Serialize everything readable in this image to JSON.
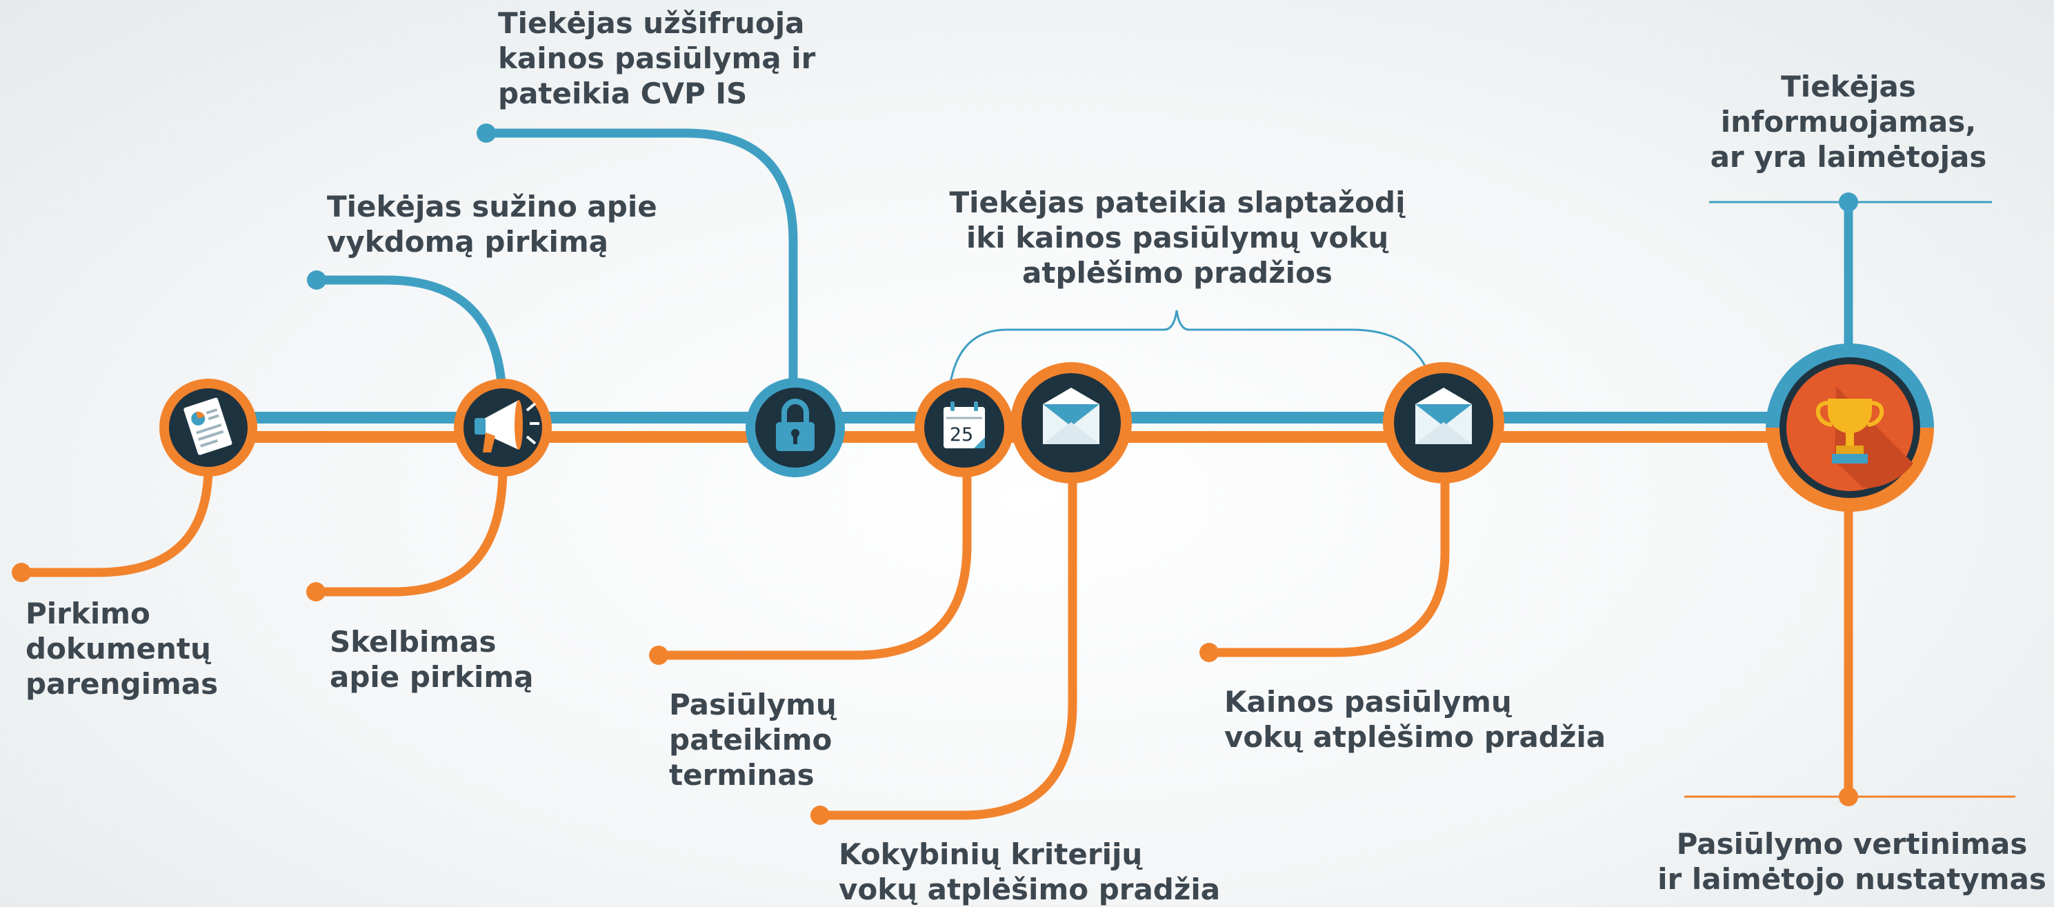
{
  "colors": {
    "blue": "#3f9fc3",
    "orange": "#f2832d",
    "dark": "#1e3340",
    "text": "#3d4750",
    "trophy_bg": "#e35a2b"
  },
  "icons": {
    "doc": "document-chart-icon",
    "announce": "megaphone-icon",
    "lock": "padlock-icon",
    "calendar": "calendar-icon",
    "envelope1": "envelope-icon",
    "envelope2": "envelope-icon",
    "trophy": "trophy-icon"
  },
  "calendar_day": "25",
  "labels": {
    "pirkimo_dokumentu": [
      "Pirkimo",
      "dokumentų",
      "parengimas"
    ],
    "sužino": [
      "Tiekėjas sužino apie",
      "vykdomą pirkimą"
    ],
    "skelbimas": [
      "Skelbimas",
      "apie pirkimą"
    ],
    "užšifruoja": [
      "Tiekėjas užšifruoja",
      "kainos pasiūlymą ir",
      "pateikia CVP IS"
    ],
    "slaptažodį": [
      "Tiekėjas pateikia slaptažodį",
      "iki kainos pasiūlymų vokų",
      "atplėšimo pradžios"
    ],
    "pateikimo_terminas": [
      "Pasiūlymų",
      "pateikimo",
      "terminas"
    ],
    "kokybiniu": [
      "Kokybinių kriterijų",
      "vokų atplėšimo pradžia"
    ],
    "kainos_atplesimas": [
      "Kainos pasiūlymų",
      "vokų atplėšimo pradžia"
    ],
    "informuojamas": [
      "Tiekėjas",
      "informuojamas,",
      "ar yra laimėtojas"
    ],
    "vertinimas": [
      "Pasiūlymo vertinimas",
      "ir laimėtojo nustatymas"
    ]
  }
}
